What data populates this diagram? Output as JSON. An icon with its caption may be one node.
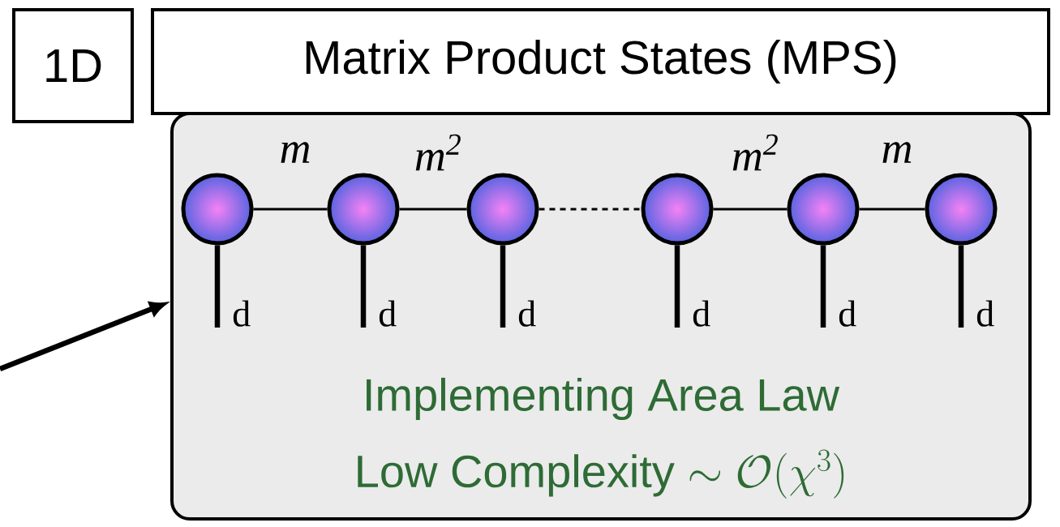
{
  "diagram": {
    "nodes": [
      {
        "text": [
          "1D"
        ]
      },
      {
        "text": [
          "Matrix Product States (MPS)"
        ]
      },
      {
        "text": [
          "Implementing Area Law",
          "Low Complexity",
          "\\sim \\mathcal{O}(\\chi^3)"
        ]
      },
      {
        "text": [],
        "shape": "circle",
        "in": 2
      },
      {
        "text": [],
        "shape": "circle",
        "in": 2
      },
      {
        "text": [],
        "shape": "circle",
        "in": 2
      },
      {
        "text": [],
        "shape": "circle",
        "in": 2
      },
      {
        "text": [],
        "shape": "circle",
        "in": 2
      },
      {
        "text": [],
        "shape": "circle",
        "in": 2
      },
      {
        "text": [
          "d"
        ],
        "in": 2
      },
      {
        "text": [
          "d"
        ],
        "in": 2
      },
      {
        "text": [
          "d"
        ],
        "in": 2
      },
      {
        "text": [
          "d"
        ],
        "in": 2
      },
      {
        "text": [
          "d"
        ],
        "in": 2
      },
      {
        "text": [
          "d"
        ],
        "in": 2
      }
    ],
    "edges": [
      {
        "from": null,
        "to": 2,
        "arrow": "to"
      },
      {
        "from": 3,
        "to": 4,
        "arrow": "none",
        "label": "m"
      },
      {
        "from": 4,
        "to": 5,
        "arrow": "none",
        "label": "m$^{2}$"
      },
      {
        "from": 5,
        "to": 6,
        "arrow": "none",
        "style": "dashed"
      },
      {
        "from": 6,
        "to": 7,
        "arrow": "none",
        "label": "m$^{2}$"
      },
      {
        "from": 7,
        "to": 8,
        "arrow": "none",
        "label": "m"
      },
      {
        "from": 3,
        "to": 9,
        "arrow": "none"
      },
      {
        "from": 4,
        "to": 10,
        "arrow": "none"
      },
      {
        "from": 5,
        "to": 11,
        "arrow": "none"
      },
      {
        "from": 6,
        "to": 12,
        "arrow": "none"
      },
      {
        "from": 7,
        "to": 13,
        "arrow": "none"
      },
      {
        "from": 8,
        "to": 14,
        "arrow": "none"
      }
    ]
  }
}
